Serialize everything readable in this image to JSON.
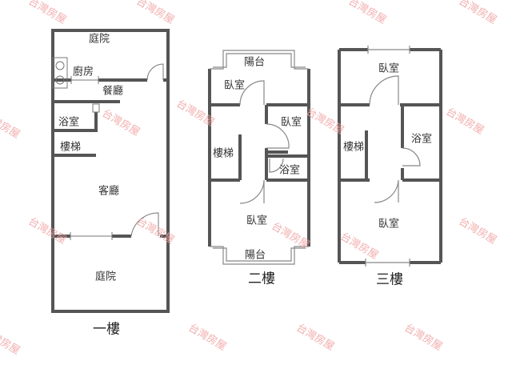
{
  "watermark": "台灣房屋",
  "floor1": {
    "title": "一樓",
    "rooms": {
      "garden_top": "庭院",
      "kitchen": "廚房",
      "dining": "餐廳",
      "bath": "浴室",
      "stairs": "樓梯",
      "living": "客廳",
      "garden_bottom": "庭院"
    }
  },
  "floor2": {
    "title": "二樓",
    "rooms": {
      "balcony_top": "陽台",
      "bedroom_top": "臥室",
      "bedroom_right": "臥室",
      "stairs": "樓梯",
      "bath": "浴室",
      "bedroom_bottom": "臥室",
      "balcony_bottom": "陽台"
    }
  },
  "floor3": {
    "title": "三樓",
    "rooms": {
      "bedroom_top": "臥室",
      "stairs": "樓梯",
      "bath": "浴室",
      "bedroom_bottom": "臥室"
    }
  }
}
